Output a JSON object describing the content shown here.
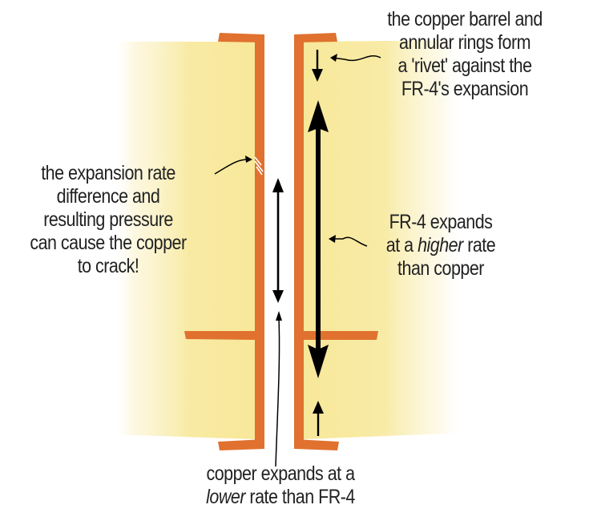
{
  "colors": {
    "copper": "#e0712f",
    "fr4": "#f7e89a",
    "background": "#ffffff",
    "arrow": "#000000",
    "text": "#222222"
  },
  "labels": {
    "rivet": [
      "the copper barrel and",
      "annular rings form",
      "a 'rivet' against the",
      "FR-4's expansion"
    ],
    "crack": [
      "the expansion rate",
      "difference and",
      "resulting pressure",
      "can cause the copper",
      "to crack!"
    ],
    "fr4_rate": {
      "line1": "FR-4 expands",
      "line2_pre": "at a ",
      "line2_em": "higher",
      "line2_post": " rate",
      "line3": "than copper"
    },
    "copper_rate": {
      "line1": "copper expands at a",
      "line2_em": "lower",
      "line2_post": " rate than FR-4"
    }
  }
}
